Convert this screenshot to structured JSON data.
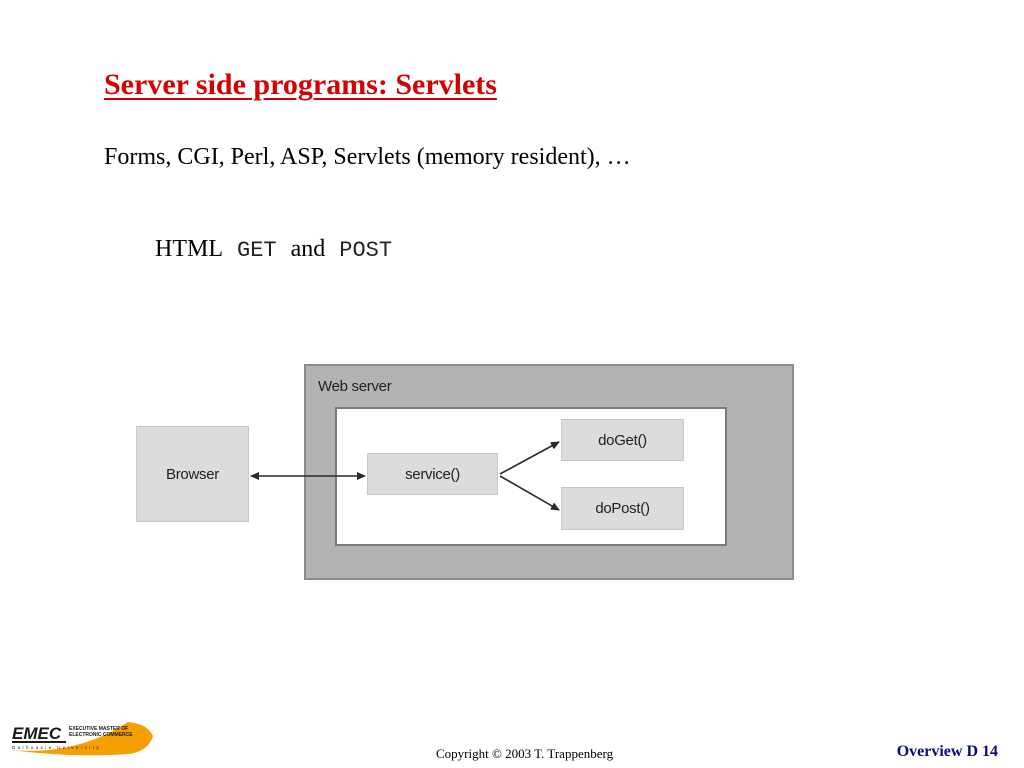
{
  "slide": {
    "title": "Server side programs: Servlets",
    "subtitle": "Forms, CGI, Perl, ASP, Servlets (memory resident), …",
    "methods": {
      "prefix": "HTML",
      "get": "GET",
      "conjunction": "and",
      "post": "POST"
    }
  },
  "diagram": {
    "web_server_label": "Web server",
    "browser_label": "Browser",
    "service_label": "service()",
    "doget_label": "doGet()",
    "dopost_label": "doPost()"
  },
  "footer": {
    "logo_text": "EMEC",
    "logo_tagline_1": "EXECUTIVE MASTER OF",
    "logo_tagline_2": "ELECTRONIC COMMERCE",
    "logo_university": "Dalhousie University",
    "copyright": "Copyright © 2003 T. Trappenberg",
    "slide_number": "Overview D 14"
  },
  "colors": {
    "title": "#d50000",
    "slide_number": "#0a0a7a",
    "web_server_box": "#b3b3b3",
    "node_fill": "#dcdcdc",
    "logo_accent": "#f5a000"
  }
}
